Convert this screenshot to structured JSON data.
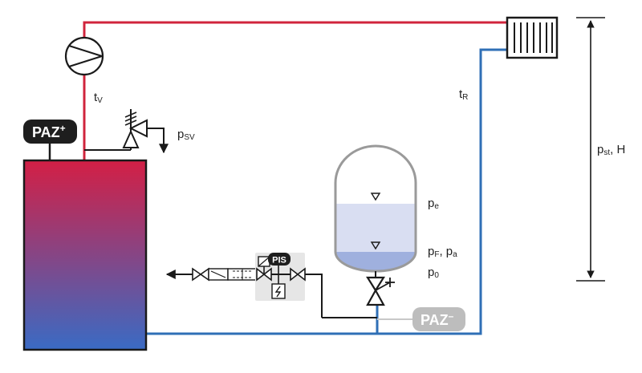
{
  "colors": {
    "supply_pipe": "#d0243c",
    "return_pipe": "#2f6fb6",
    "tank_top": "#d31f45",
    "tank_bottom": "#3a6bc4",
    "line_dark": "#1a1a1a",
    "badge_dark": "#1e1e1e",
    "badge_light": "#bdbdbd",
    "vessel_water": "#d9def2",
    "vessel_gas_cushion": "#9fb0de",
    "vessel_outline": "#9a9a9a",
    "control_box": "#e6e6e6"
  },
  "labels": {
    "paz_plus": {
      "text": "PAZ",
      "sup": "+"
    },
    "paz_minus": {
      "text": "PAZ",
      "sup": "–"
    },
    "pis": "PIS",
    "tv": {
      "main": "t",
      "sub": "V"
    },
    "tr": {
      "main": "t",
      "sub": "R"
    },
    "psv": {
      "main": "p",
      "sub": "SV"
    },
    "pe": {
      "main": "p",
      "sub": "e"
    },
    "pf_pa": {
      "main1": "p",
      "sub1": "F",
      "mid": ", p",
      "sub2": "a"
    },
    "p0": {
      "main": "p",
      "sub": "0"
    },
    "pst_h": {
      "main": "p",
      "sub": "st",
      "tail": ", H"
    }
  },
  "icons": {
    "pump": "circulation-pump-icon",
    "radiator": "radiator-icon",
    "safety_valve": "safety-valve-icon",
    "level_marker": "water-level-triangle-icon",
    "cap_valve": "capped-ball-valve-icon",
    "gate_valve": "gate-valve-icon",
    "check_valve": "check-valve-icon",
    "filter": "filter-icon",
    "dimension_arrow": "double-arrow-icon"
  }
}
